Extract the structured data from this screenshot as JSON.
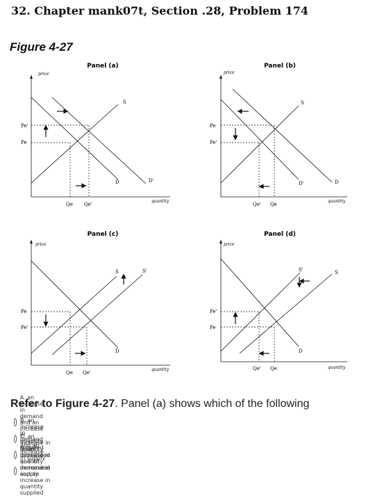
{
  "header": {
    "problem_title": "32. Chapter mank07t, Section .28, Problem 174"
  },
  "figure": {
    "title": "Figure 4-27",
    "panels": [
      {
        "label": "Panel (a)",
        "y_axis": "price",
        "x_axis": "quantity",
        "curve_labels": [
          "S",
          "D",
          "D'"
        ],
        "price_labels": [
          "Pe'",
          "Pe"
        ],
        "quantity_labels": [
          "Qe",
          "Qe'"
        ]
      },
      {
        "label": "Panel (b)",
        "y_axis": "price",
        "x_axis": "quantity",
        "curve_labels": [
          "S",
          "D'",
          "D"
        ],
        "price_labels": [
          "Pe",
          "Pe'"
        ],
        "quantity_labels": [
          "Qe'",
          "Qe"
        ]
      },
      {
        "label": "Panel (c)",
        "y_axis": "price",
        "x_axis": "quantity",
        "curve_labels": [
          "S",
          "S'",
          "D"
        ],
        "price_labels": [
          "Pe",
          "Pe'"
        ],
        "quantity_labels": [
          "Qe",
          "Qe'"
        ]
      },
      {
        "label": "Panel (d)",
        "y_axis": "price",
        "x_axis": "quantity",
        "curve_labels": [
          "S'",
          "S",
          "D"
        ],
        "price_labels": [
          "Pe'",
          "Pe"
        ],
        "quantity_labels": [
          "Qe'",
          "Qe"
        ]
      }
    ]
  },
  "question": {
    "lead": "Refer to Figure 4-27",
    "text": ". Panel (a) shows which of the following"
  },
  "options": [
    {
      "text": "A. an increase in demand and an increase in quantity supplied"
    },
    {
      "text": "B. an increase in demand and an increase in supply"
    },
    {
      "text": "C. an increase in quantity demanded and an increase in supply"
    },
    {
      "text": "D. an increase in quantity demanded and an increase in quantity supplied"
    }
  ]
}
